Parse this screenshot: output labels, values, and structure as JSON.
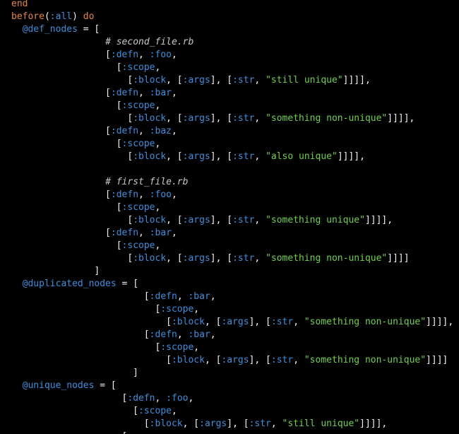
{
  "colors": {
    "background": "#000000",
    "plain": "#f2f2f2",
    "keyword": "#e5853b",
    "ivar": "#3b8fdc",
    "symbol": "#3b8fdc",
    "string": "#6fd14a",
    "comment": "#c8c8c8"
  },
  "lines": [
    [
      {
        "t": "end",
        "k": "keyword"
      }
    ],
    [
      {
        "t": "before",
        "k": "keyword"
      },
      {
        "t": "(",
        "k": "plain"
      },
      {
        "t": ":all",
        "k": "symbol"
      },
      {
        "t": ") ",
        "k": "plain"
      },
      {
        "t": "do",
        "k": "keyword"
      }
    ],
    [
      {
        "t": "  ",
        "k": "plain"
      },
      {
        "t": "@def_nodes",
        "k": "ivar"
      },
      {
        "t": " = [",
        "k": "plain"
      }
    ],
    [
      {
        "t": "                 ",
        "k": "plain"
      },
      {
        "t": "# second_file.rb",
        "k": "comment"
      }
    ],
    [
      {
        "t": "                 [",
        "k": "plain"
      },
      {
        "t": ":defn",
        "k": "symbol"
      },
      {
        "t": ", ",
        "k": "plain"
      },
      {
        "t": ":foo",
        "k": "symbol"
      },
      {
        "t": ",",
        "k": "plain"
      }
    ],
    [
      {
        "t": "                   [",
        "k": "plain"
      },
      {
        "t": ":scope",
        "k": "symbol"
      },
      {
        "t": ",",
        "k": "plain"
      }
    ],
    [
      {
        "t": "                     [",
        "k": "plain"
      },
      {
        "t": ":block",
        "k": "symbol"
      },
      {
        "t": ", [",
        "k": "plain"
      },
      {
        "t": ":args",
        "k": "symbol"
      },
      {
        "t": "], [",
        "k": "plain"
      },
      {
        "t": ":str",
        "k": "symbol"
      },
      {
        "t": ", ",
        "k": "plain"
      },
      {
        "t": "\"still unique\"",
        "k": "string"
      },
      {
        "t": "]]]],",
        "k": "plain"
      }
    ],
    [
      {
        "t": "                 [",
        "k": "plain"
      },
      {
        "t": ":defn",
        "k": "symbol"
      },
      {
        "t": ", ",
        "k": "plain"
      },
      {
        "t": ":bar",
        "k": "symbol"
      },
      {
        "t": ",",
        "k": "plain"
      }
    ],
    [
      {
        "t": "                   [",
        "k": "plain"
      },
      {
        "t": ":scope",
        "k": "symbol"
      },
      {
        "t": ",",
        "k": "plain"
      }
    ],
    [
      {
        "t": "                     [",
        "k": "plain"
      },
      {
        "t": ":block",
        "k": "symbol"
      },
      {
        "t": ", [",
        "k": "plain"
      },
      {
        "t": ":args",
        "k": "symbol"
      },
      {
        "t": "], [",
        "k": "plain"
      },
      {
        "t": ":str",
        "k": "symbol"
      },
      {
        "t": ", ",
        "k": "plain"
      },
      {
        "t": "\"something non-unique\"",
        "k": "string"
      },
      {
        "t": "]]]],",
        "k": "plain"
      }
    ],
    [
      {
        "t": "                 [",
        "k": "plain"
      },
      {
        "t": ":defn",
        "k": "symbol"
      },
      {
        "t": ", ",
        "k": "plain"
      },
      {
        "t": ":baz",
        "k": "symbol"
      },
      {
        "t": ",",
        "k": "plain"
      }
    ],
    [
      {
        "t": "                   [",
        "k": "plain"
      },
      {
        "t": ":scope",
        "k": "symbol"
      },
      {
        "t": ",",
        "k": "plain"
      }
    ],
    [
      {
        "t": "                     [",
        "k": "plain"
      },
      {
        "t": ":block",
        "k": "symbol"
      },
      {
        "t": ", [",
        "k": "plain"
      },
      {
        "t": ":args",
        "k": "symbol"
      },
      {
        "t": "], [",
        "k": "plain"
      },
      {
        "t": ":str",
        "k": "symbol"
      },
      {
        "t": ", ",
        "k": "plain"
      },
      {
        "t": "\"also unique\"",
        "k": "string"
      },
      {
        "t": "]]]],",
        "k": "plain"
      }
    ],
    [
      {
        "t": "",
        "k": "plain"
      }
    ],
    [
      {
        "t": "                 ",
        "k": "plain"
      },
      {
        "t": "# first_file.rb",
        "k": "comment"
      }
    ],
    [
      {
        "t": "                 [",
        "k": "plain"
      },
      {
        "t": ":defn",
        "k": "symbol"
      },
      {
        "t": ", ",
        "k": "plain"
      },
      {
        "t": ":foo",
        "k": "symbol"
      },
      {
        "t": ",",
        "k": "plain"
      }
    ],
    [
      {
        "t": "                   [",
        "k": "plain"
      },
      {
        "t": ":scope",
        "k": "symbol"
      },
      {
        "t": ",",
        "k": "plain"
      }
    ],
    [
      {
        "t": "                     [",
        "k": "plain"
      },
      {
        "t": ":block",
        "k": "symbol"
      },
      {
        "t": ", [",
        "k": "plain"
      },
      {
        "t": ":args",
        "k": "symbol"
      },
      {
        "t": "], [",
        "k": "plain"
      },
      {
        "t": ":str",
        "k": "symbol"
      },
      {
        "t": ", ",
        "k": "plain"
      },
      {
        "t": "\"something unique\"",
        "k": "string"
      },
      {
        "t": "]]]],",
        "k": "plain"
      }
    ],
    [
      {
        "t": "                 [",
        "k": "plain"
      },
      {
        "t": ":defn",
        "k": "symbol"
      },
      {
        "t": ", ",
        "k": "plain"
      },
      {
        "t": ":bar",
        "k": "symbol"
      },
      {
        "t": ",",
        "k": "plain"
      }
    ],
    [
      {
        "t": "                   [",
        "k": "plain"
      },
      {
        "t": ":scope",
        "k": "symbol"
      },
      {
        "t": ",",
        "k": "plain"
      }
    ],
    [
      {
        "t": "                     [",
        "k": "plain"
      },
      {
        "t": ":block",
        "k": "symbol"
      },
      {
        "t": ", [",
        "k": "plain"
      },
      {
        "t": ":args",
        "k": "symbol"
      },
      {
        "t": "], [",
        "k": "plain"
      },
      {
        "t": ":str",
        "k": "symbol"
      },
      {
        "t": ", ",
        "k": "plain"
      },
      {
        "t": "\"something non-unique\"",
        "k": "string"
      },
      {
        "t": "]]]]",
        "k": "plain"
      }
    ],
    [
      {
        "t": "               ]",
        "k": "plain"
      }
    ],
    [
      {
        "t": "  ",
        "k": "plain"
      },
      {
        "t": "@duplicated_nodes",
        "k": "ivar"
      },
      {
        "t": " = [",
        "k": "plain"
      }
    ],
    [
      {
        "t": "                        [",
        "k": "plain"
      },
      {
        "t": ":defn",
        "k": "symbol"
      },
      {
        "t": ", ",
        "k": "plain"
      },
      {
        "t": ":bar",
        "k": "symbol"
      },
      {
        "t": ",",
        "k": "plain"
      }
    ],
    [
      {
        "t": "                          [",
        "k": "plain"
      },
      {
        "t": ":scope",
        "k": "symbol"
      },
      {
        "t": ",",
        "k": "plain"
      }
    ],
    [
      {
        "t": "                            [",
        "k": "plain"
      },
      {
        "t": ":block",
        "k": "symbol"
      },
      {
        "t": ", [",
        "k": "plain"
      },
      {
        "t": ":args",
        "k": "symbol"
      },
      {
        "t": "], [",
        "k": "plain"
      },
      {
        "t": ":str",
        "k": "symbol"
      },
      {
        "t": ", ",
        "k": "plain"
      },
      {
        "t": "\"something non-unique\"",
        "k": "string"
      },
      {
        "t": "]]]],",
        "k": "plain"
      }
    ],
    [
      {
        "t": "                        [",
        "k": "plain"
      },
      {
        "t": ":defn",
        "k": "symbol"
      },
      {
        "t": ", ",
        "k": "plain"
      },
      {
        "t": ":bar",
        "k": "symbol"
      },
      {
        "t": ",",
        "k": "plain"
      }
    ],
    [
      {
        "t": "                          [",
        "k": "plain"
      },
      {
        "t": ":scope",
        "k": "symbol"
      },
      {
        "t": ",",
        "k": "plain"
      }
    ],
    [
      {
        "t": "                            [",
        "k": "plain"
      },
      {
        "t": ":block",
        "k": "symbol"
      },
      {
        "t": ", [",
        "k": "plain"
      },
      {
        "t": ":args",
        "k": "symbol"
      },
      {
        "t": "], [",
        "k": "plain"
      },
      {
        "t": ":str",
        "k": "symbol"
      },
      {
        "t": ", ",
        "k": "plain"
      },
      {
        "t": "\"something non-unique\"",
        "k": "string"
      },
      {
        "t": "]]]]",
        "k": "plain"
      }
    ],
    [
      {
        "t": "                      ]",
        "k": "plain"
      }
    ],
    [
      {
        "t": "  ",
        "k": "plain"
      },
      {
        "t": "@unique_nodes",
        "k": "ivar"
      },
      {
        "t": " = [",
        "k": "plain"
      }
    ],
    [
      {
        "t": "                    [",
        "k": "plain"
      },
      {
        "t": ":defn",
        "k": "symbol"
      },
      {
        "t": ", ",
        "k": "plain"
      },
      {
        "t": ":foo",
        "k": "symbol"
      },
      {
        "t": ",",
        "k": "plain"
      }
    ],
    [
      {
        "t": "                      [",
        "k": "plain"
      },
      {
        "t": ":scope",
        "k": "symbol"
      },
      {
        "t": ",",
        "k": "plain"
      }
    ],
    [
      {
        "t": "                        [",
        "k": "plain"
      },
      {
        "t": ":block",
        "k": "symbol"
      },
      {
        "t": ", [",
        "k": "plain"
      },
      {
        "t": ":args",
        "k": "symbol"
      },
      {
        "t": "], [",
        "k": "plain"
      },
      {
        "t": ":str",
        "k": "symbol"
      },
      {
        "t": ", ",
        "k": "plain"
      },
      {
        "t": "\"still unique\"",
        "k": "string"
      },
      {
        "t": "]]]],",
        "k": "plain"
      }
    ],
    [
      {
        "t": "                    [",
        "k": "plain"
      }
    ]
  ]
}
